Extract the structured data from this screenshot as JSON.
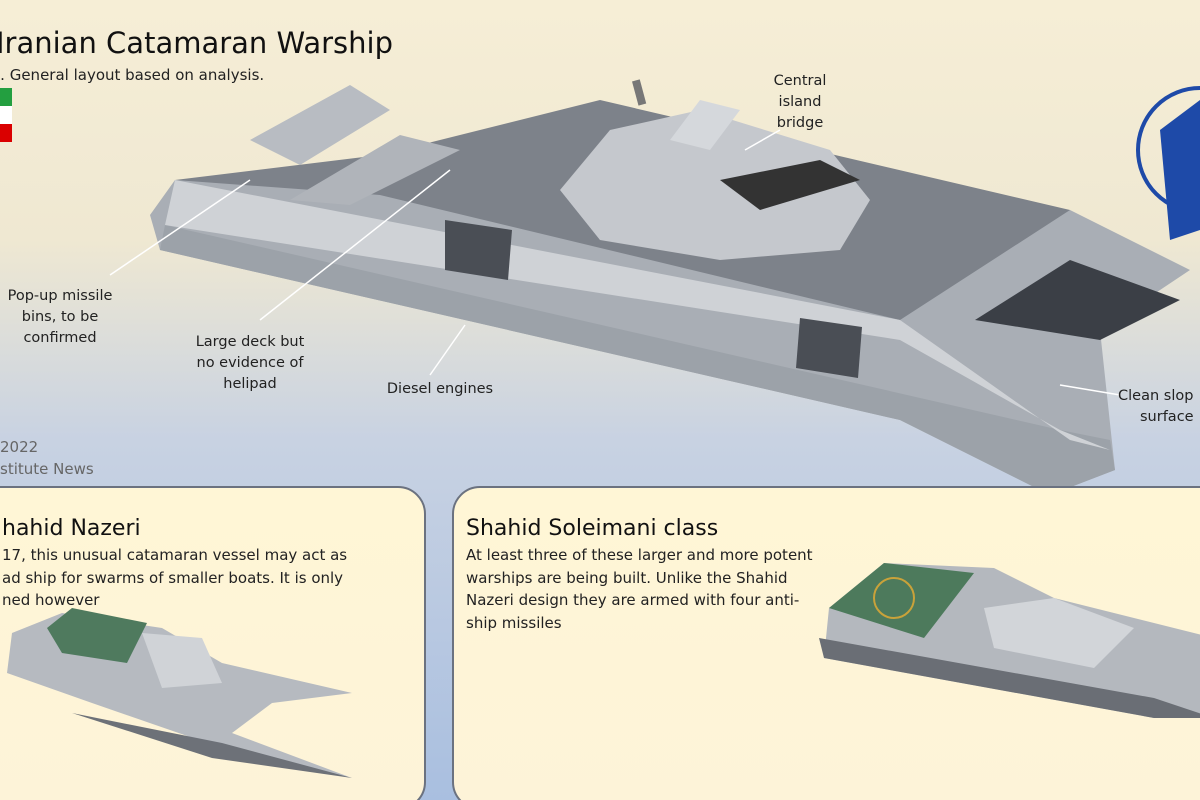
{
  "header": {
    "title": "Iranian Catamaran Warship",
    "subtitle": "l. General layout based on analysis."
  },
  "callouts": {
    "missile_bins": [
      "Pop-up missile",
      "bins, to be",
      "confirmed"
    ],
    "deck": [
      "Large deck but",
      "no evidence of",
      "helipad"
    ],
    "engines": "Diesel engines",
    "bridge": [
      "Central",
      "island",
      "bridge"
    ],
    "sloped": [
      "Clean slop",
      "surface"
    ]
  },
  "credits": {
    "year": "2022",
    "source": "stitute News"
  },
  "panels": [
    {
      "title": "hahid Nazeri",
      "text": [
        "17, this unusual catamaran vessel may act as",
        "ad ship for swarms of smaller boats. It is only",
        "ned however"
      ]
    },
    {
      "title": "Shahid Soleimani class",
      "text": [
        "At least three of these larger and more potent",
        "warships are being built. Unlike the Shahid",
        "Nazeri design they are armed with four anti-",
        "ship missiles"
      ]
    }
  ],
  "colors": {
    "flag_green": "#239f40",
    "flag_white": "#ffffff",
    "flag_red": "#da0000",
    "emblem_blue": "#1e4aa8"
  }
}
